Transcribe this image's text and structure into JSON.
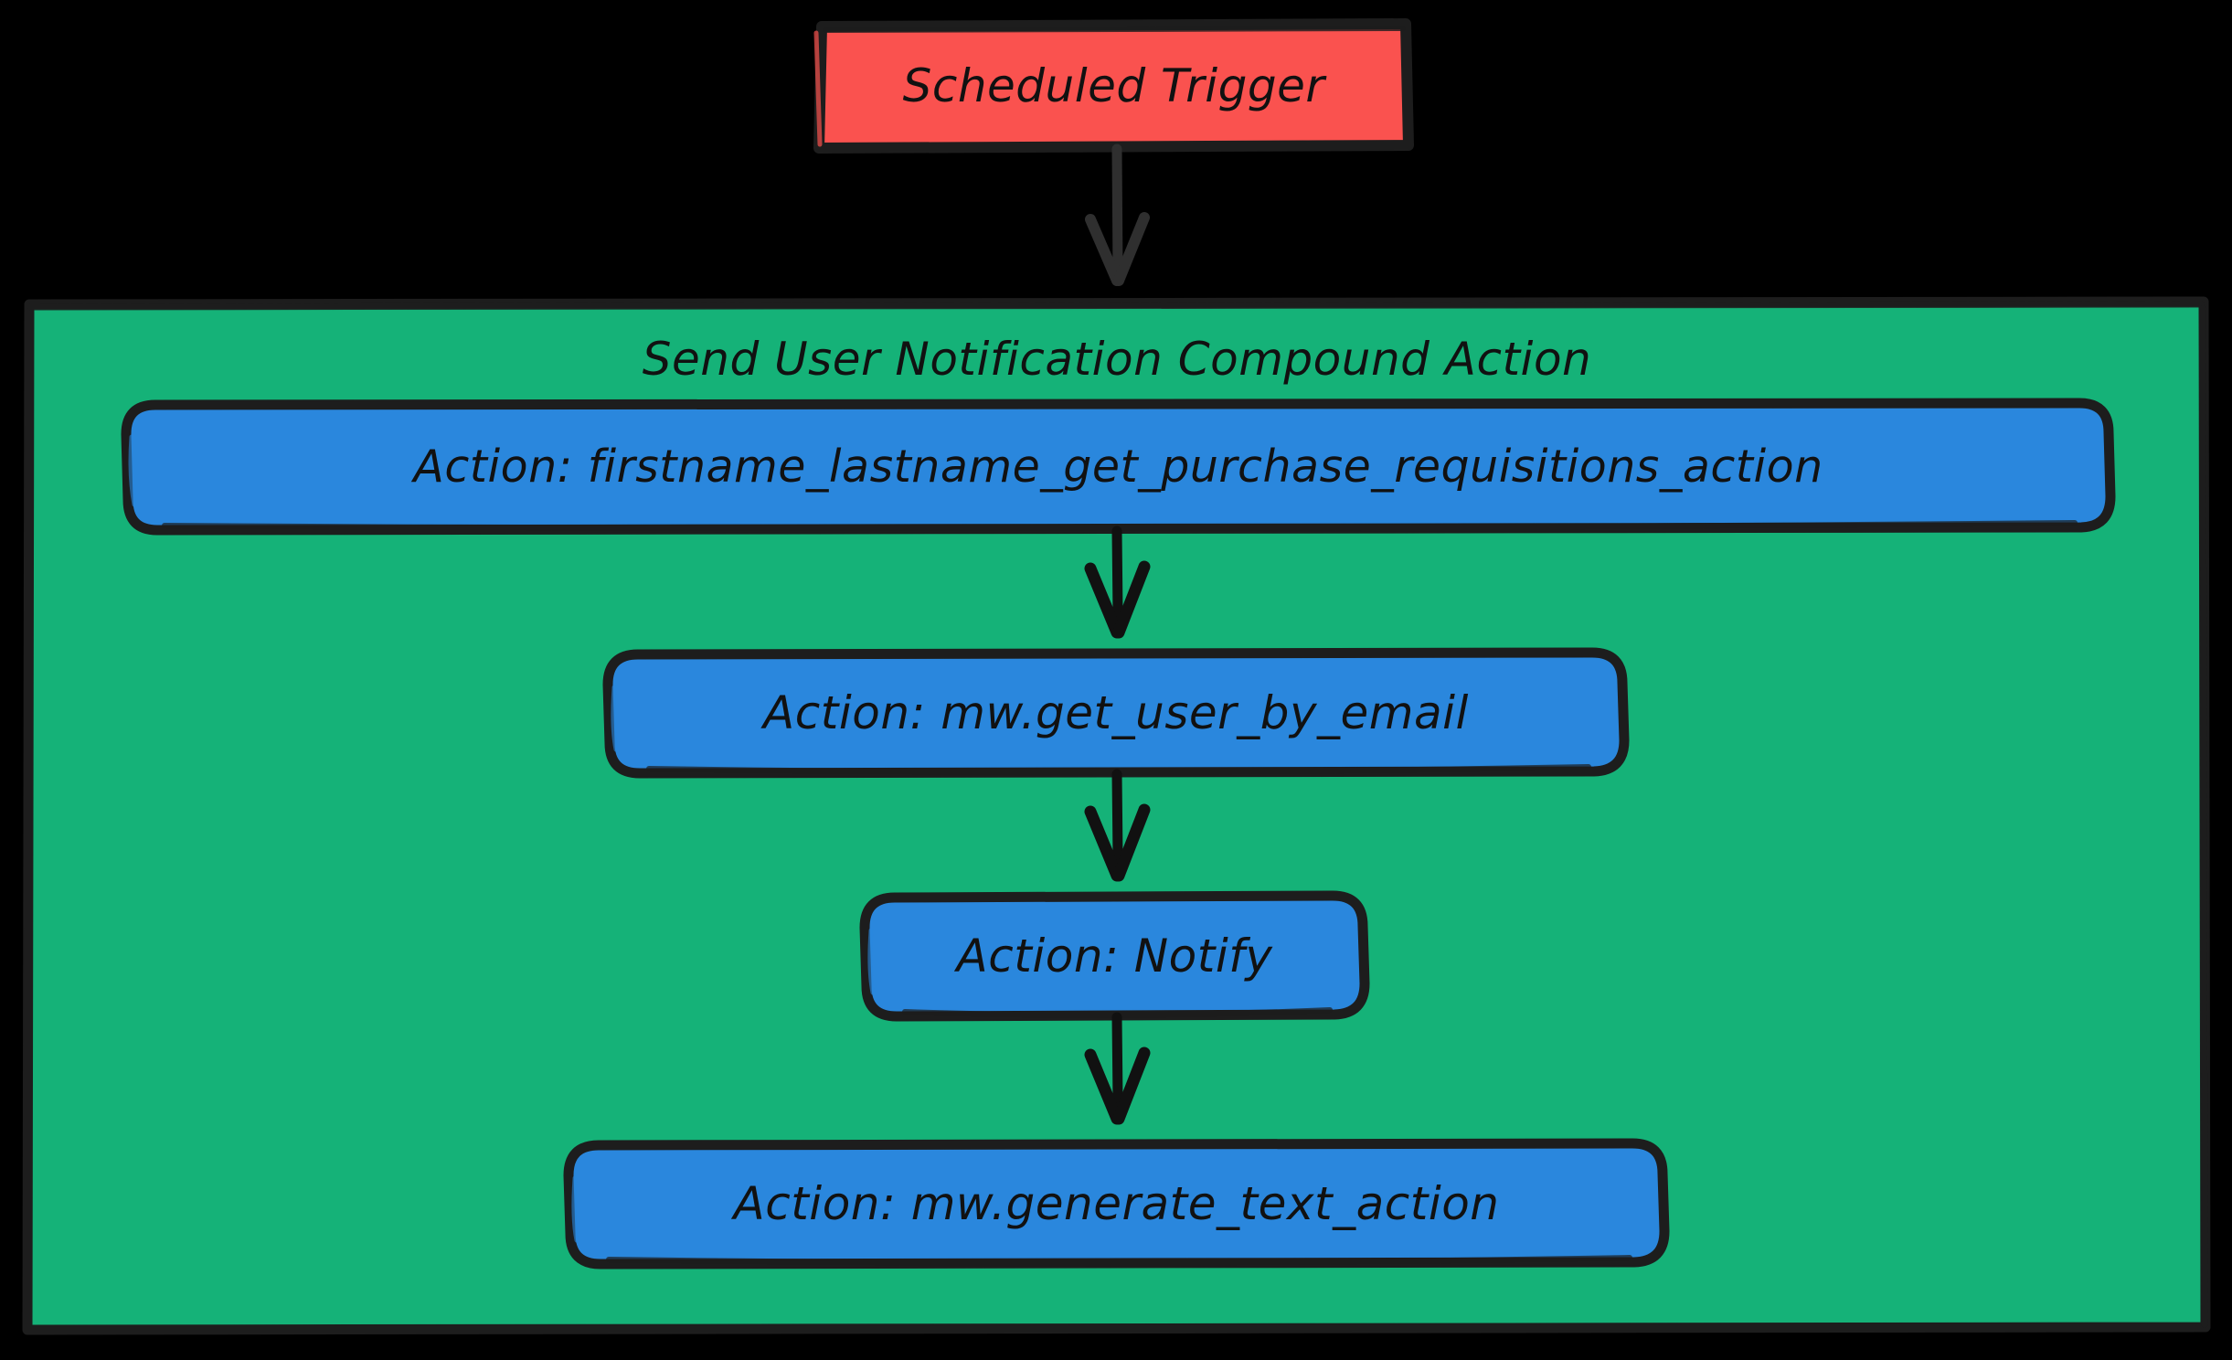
{
  "diagram": {
    "type": "flowchart",
    "direction": "top-down",
    "background_color": "#000000",
    "title": "",
    "trigger": {
      "id": "scheduled-trigger",
      "label": "Scheduled Trigger",
      "shape": "rectangle",
      "fill_color": "#fa524f",
      "stroke_color": "#1d1d1d",
      "text_color": "#111111"
    },
    "subgraph": {
      "id": "send-user-notification-compound-action",
      "title": "Send User Notification Compound Action",
      "shape": "rectangle",
      "fill_color": "#15b278",
      "stroke_color": "#1d1d1d",
      "text_color": "#111111",
      "nodes": [
        {
          "id": "action-get-purchase-requisitions",
          "label": "Action: firstname_lastname_get_purchase_requisitions_action",
          "shape": "rounded-rectangle",
          "fill_color": "#2a87dd",
          "stroke_color": "#1d1d1d",
          "text_color": "#111111"
        },
        {
          "id": "action-get-user-by-email",
          "label": "Action: mw.get_user_by_email",
          "shape": "rounded-rectangle",
          "fill_color": "#2a87dd",
          "stroke_color": "#1d1d1d",
          "text_color": "#111111"
        },
        {
          "id": "action-notify",
          "label": "Action: Notify",
          "shape": "rounded-rectangle",
          "fill_color": "#2a87dd",
          "stroke_color": "#1d1d1d",
          "text_color": "#111111"
        },
        {
          "id": "action-generate-text",
          "label": "Action: mw.generate_text_action",
          "shape": "rounded-rectangle",
          "fill_color": "#2a87dd",
          "stroke_color": "#1d1d1d",
          "text_color": "#111111"
        }
      ]
    },
    "edges": [
      {
        "id": "edge-trigger-to-subgraph",
        "from": "scheduled-trigger",
        "to": "send-user-notification-compound-action",
        "label": "",
        "arrow_color": "#2f2f2f",
        "arrowhead": "open-v"
      },
      {
        "id": "edge-requisitions-to-user",
        "from": "action-get-purchase-requisitions",
        "to": "action-get-user-by-email",
        "label": "",
        "arrow_color": "#111111",
        "arrowhead": "open-v"
      },
      {
        "id": "edge-user-to-notify",
        "from": "action-get-user-by-email",
        "to": "action-notify",
        "label": "",
        "arrow_color": "#111111",
        "arrowhead": "open-v"
      },
      {
        "id": "edge-notify-to-generate-text",
        "from": "action-notify",
        "to": "action-generate-text",
        "label": "",
        "arrow_color": "#111111",
        "arrowhead": "open-v"
      }
    ]
  }
}
